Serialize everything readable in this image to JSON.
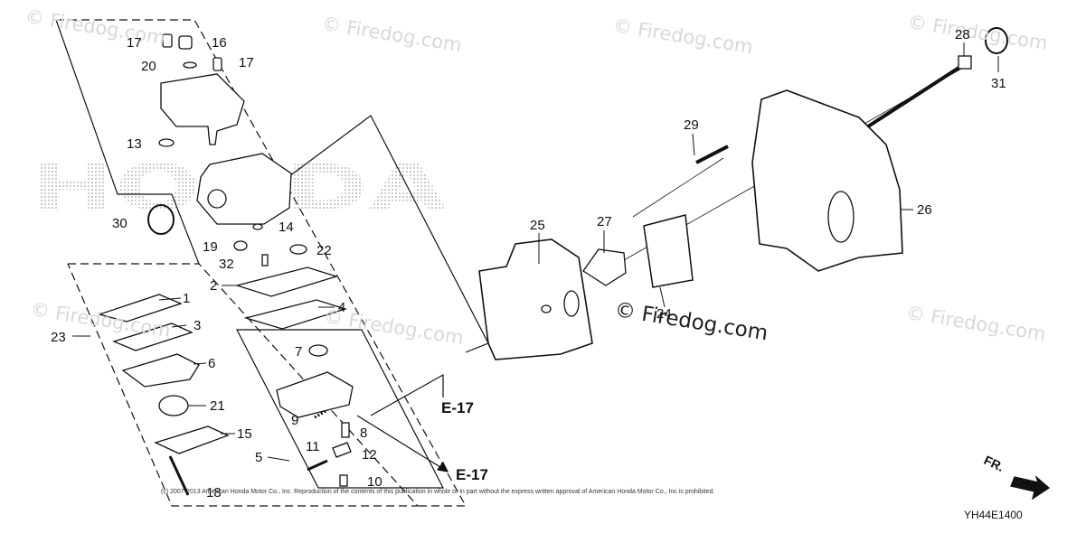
{
  "watermark": "Firedog.com",
  "watermark_symbol": "©",
  "brand_watermark": "HONDA",
  "callouts": {
    "c1": "1",
    "c2": "2",
    "c3": "3",
    "c4": "4",
    "c5": "5",
    "c6": "6",
    "c7": "7",
    "c8": "8",
    "c9": "9",
    "c10": "10",
    "c11": "11",
    "c12": "12",
    "c13": "13",
    "c14": "14",
    "c15": "15",
    "c16": "16",
    "c17a": "17",
    "c17b": "17",
    "c18": "18",
    "c19": "19",
    "c20": "20",
    "c21": "21",
    "c22": "22",
    "c23": "23",
    "c24": "24",
    "c25": "25",
    "c26": "26",
    "c27": "27",
    "c28": "28",
    "c29": "29",
    "c30": "30",
    "c31": "31",
    "c32": "32"
  },
  "references": {
    "ref_upper": "E-17",
    "ref_lower": "E-17"
  },
  "direction_label": "FR.",
  "diagram_code": "YH44E1400",
  "copyright": "(c) 2007-2013 American Honda Motor Co., Inc. Reproduction of the contents of this publication in whole or in part without the express written approval of American Honda Motor Co., Inc is prohibited.",
  "colors": {
    "line": "#111111",
    "watermark": "#d8d8d8",
    "honda_dots": "#bdbdbd"
  }
}
